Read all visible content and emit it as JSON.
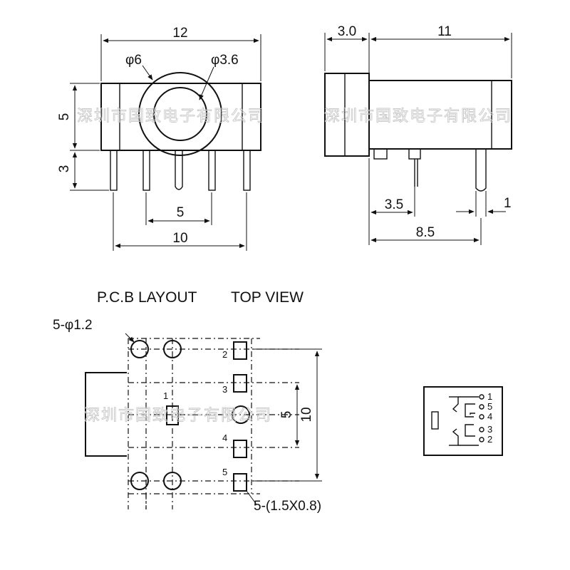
{
  "front_view": {
    "dim_width": "12",
    "dim_outer_dia": "φ6",
    "dim_inner_dia": "φ3.6",
    "dim_body_height": "5",
    "dim_pin_length": "3",
    "dim_pin_spacing": "5",
    "dim_outer_pins": "10"
  },
  "side_view": {
    "dim_flange": "3.0",
    "dim_body_length": "11",
    "dim_pin_offset": "3.5",
    "dim_pin_pitch": "8.5",
    "dim_pin_width": "1"
  },
  "pcb_layout": {
    "heading_left": "P.C.B LAYOUT",
    "heading_right": "TOP VIEW",
    "hole_callout": "5-φ1.2",
    "pad_callout": "5-(1.5X0.8)",
    "pad_numbers": [
      "1",
      "2",
      "3",
      "4",
      "5"
    ],
    "dim_inner": "5",
    "dim_outer": "10"
  },
  "schematic": {
    "pins": [
      "1",
      "5",
      "4",
      "3",
      "2"
    ]
  },
  "watermark": {
    "text": "深圳市国致电子有限公司"
  }
}
